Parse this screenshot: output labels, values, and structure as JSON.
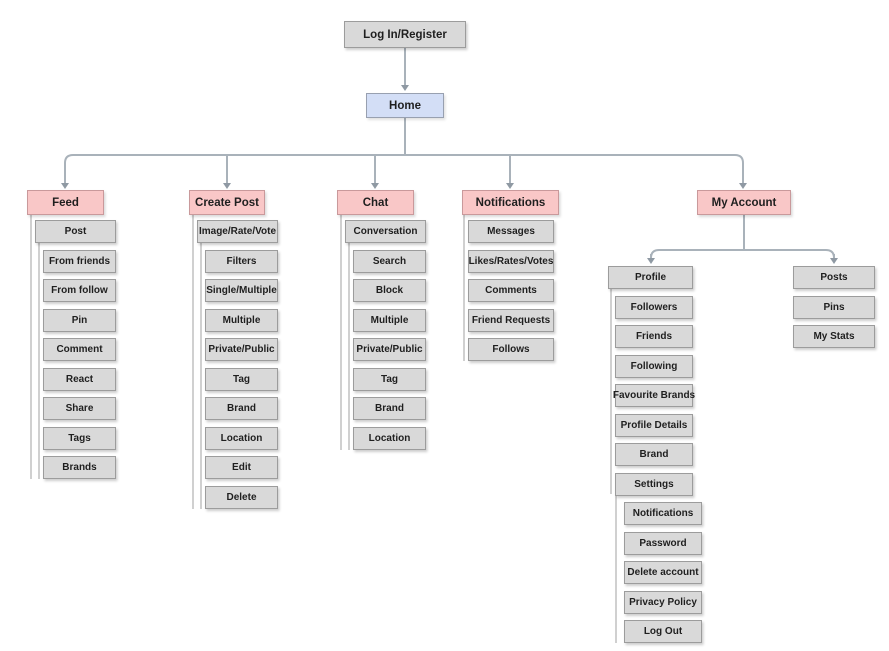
{
  "diagram": {
    "login": {
      "label": "Log In/Register"
    },
    "home": {
      "label": "Home"
    },
    "feed": {
      "label": "Feed",
      "post": {
        "label": "Post"
      },
      "items": [
        "From friends",
        "From follow",
        "Pin",
        "Comment",
        "React",
        "Share",
        "Tags",
        "Brands"
      ]
    },
    "create_post": {
      "label": "Create Post",
      "image_rate_vote": {
        "label": "Image/Rate/Vote"
      },
      "items": [
        "Filters",
        "Single/Multiple",
        "Multiple",
        "Private/Public",
        "Tag",
        "Brand",
        "Location",
        "Edit",
        "Delete"
      ]
    },
    "chat": {
      "label": "Chat",
      "conversation": {
        "label": "Conversation"
      },
      "items": [
        "Search",
        "Block",
        "Multiple",
        "Private/Public",
        "Tag",
        "Brand",
        "Location"
      ]
    },
    "notifications": {
      "label": "Notifications",
      "items": [
        "Messages",
        "Likes/Rates/Votes",
        "Comments",
        "Friend Requests",
        "Follows"
      ]
    },
    "my_account": {
      "label": "My Account",
      "profile": {
        "label": "Profile",
        "items": [
          "Followers",
          "Friends",
          "Following",
          "Favourite Brands",
          "Profile Details",
          "Brand",
          "Settings"
        ],
        "settings_items": [
          "Notifications",
          "Password",
          "Delete account",
          "Privacy Policy",
          "Log Out"
        ]
      },
      "posts": {
        "label": "Posts",
        "items": [
          "Pins",
          "My Stats"
        ]
      }
    },
    "colors": {
      "section_fill": "#f9c7c7",
      "node_fill": "#d9d9d9",
      "home_fill": "#d3def6",
      "connector": "#a9b2ba",
      "rail": "#bcbcbc"
    }
  }
}
